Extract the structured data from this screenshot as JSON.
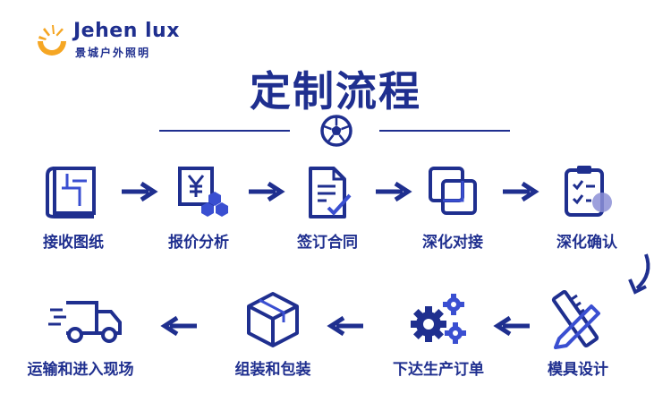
{
  "logo": {
    "name_en": "Jehen lux",
    "name_cn": "景城户外照明",
    "colors": {
      "sun": "#f5a623",
      "text": "#1f2f8f"
    }
  },
  "title": "定制流程",
  "accent_color": "#1f2f8f",
  "steps_row1": [
    {
      "label": "接收图纸",
      "icon": "blueprint-icon"
    },
    {
      "label": "报价分析",
      "icon": "quotation-icon"
    },
    {
      "label": "签订合同",
      "icon": "contract-icon"
    },
    {
      "label": "深化对接",
      "icon": "overlap-icon"
    },
    {
      "label": "深化确认",
      "icon": "clipboard-check-icon"
    }
  ],
  "steps_row2": [
    {
      "label": "运输和进入现场",
      "icon": "truck-icon"
    },
    {
      "label": "组装和包装",
      "icon": "box-icon"
    },
    {
      "label": "下达生产订单",
      "icon": "gears-icon"
    },
    {
      "label": "模具设计",
      "icon": "ruler-pencil-icon"
    }
  ]
}
